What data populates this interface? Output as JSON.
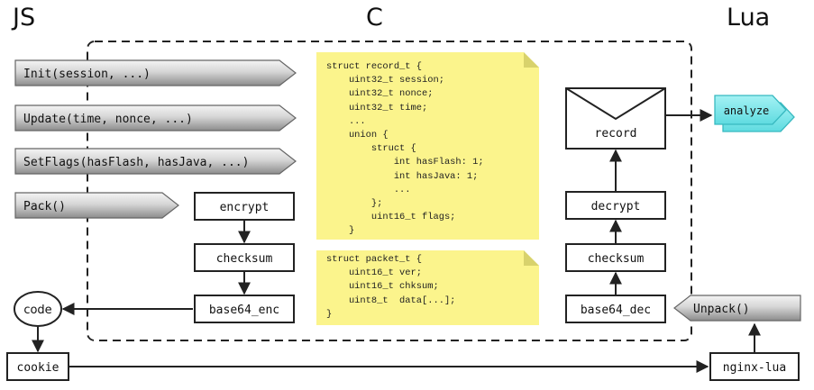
{
  "columns": {
    "js": "JS",
    "c": "C",
    "lua": "Lua"
  },
  "js_calls": [
    "Init(session, ...)",
    "Update(time, nonce, ...)",
    "SetFlags(hasFlash, hasJava, ...)",
    "Pack()"
  ],
  "encode_pipeline": [
    "encrypt",
    "checksum",
    "base64_enc"
  ],
  "decode_pipeline": [
    "base64_dec",
    "checksum",
    "decrypt"
  ],
  "record_label": "record",
  "analyze_label": "analyze",
  "code_label": "code",
  "cookie_label": "cookie",
  "nginx_label": "nginx-lua",
  "unpack_label": "Unpack()",
  "struct_record": [
    "struct record_t {",
    "    uint32_t session;",
    "    uint32_t nonce;",
    "    uint32_t time;",
    "    ...",
    "    union {",
    "        struct {",
    "            int hasFlash: 1;",
    "            int hasJava: 1;",
    "            ...",
    "        };",
    "        uint16_t flags;",
    "    }"
  ],
  "struct_packet": [
    "struct packet_t {",
    "    uint16_t ver;",
    "    uint16_t chksum;",
    "    uint8_t  data[...];",
    "}"
  ],
  "colors": {
    "note": "#fbf48c",
    "note_fold": "#d8d26c",
    "analyze": "#7fe7ea",
    "analyze_border": "#38b9c0",
    "gray_light": "#f0f0f0",
    "gray_dark": "#8e8e8e"
  }
}
